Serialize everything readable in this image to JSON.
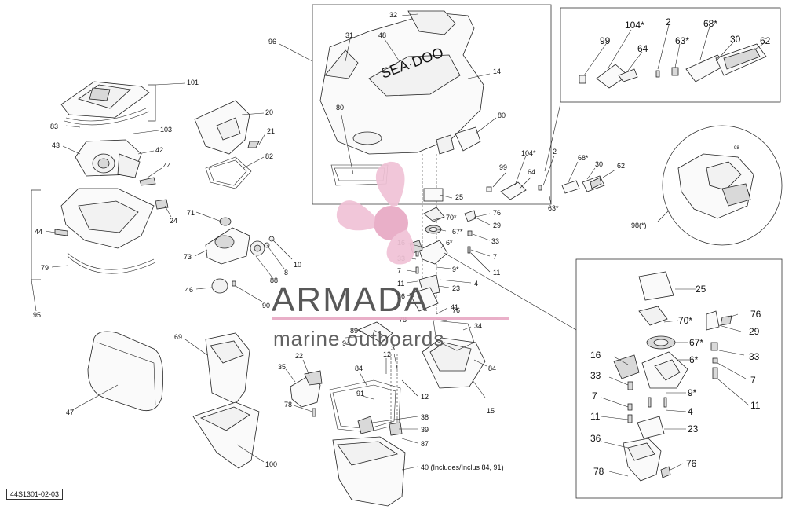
{
  "diagram": {
    "reference": "44S1301-02-03",
    "watermark": {
      "brand": "ARMADA",
      "tagline": "marine outboards"
    },
    "main_labels": {
      "p101": "101",
      "p83": "83",
      "p43": "43",
      "p103": "103",
      "p42": "42",
      "p44a": "44",
      "p24": "24",
      "p44b": "44",
      "p79": "79",
      "p95": "95",
      "p20": "20",
      "p21": "21",
      "p82": "82",
      "p71": "71",
      "p73": "73",
      "p10": "10",
      "p8": "8",
      "p88": "88",
      "p46": "46",
      "p90": "90",
      "p47": "47",
      "p69": "69",
      "p100": "100",
      "p22": "22",
      "p35": "35",
      "p78a": "78",
      "p96": "96",
      "p32": "32",
      "p31": "31",
      "p48": "48",
      "p14": "14",
      "p80a": "80",
      "p80b": "80",
      "p25": "25",
      "p76": "76",
      "p70": "70*",
      "p29": "29",
      "p67": "67*",
      "p33a": "33",
      "p16": "16",
      "p6": "6*",
      "p7a": "7",
      "p11a": "11",
      "p33b": "33",
      "p9": "9*",
      "p7b": "7",
      "p4": "4",
      "p11b": "11",
      "p23": "23",
      "p36": "36",
      "p41": "41",
      "p78b": "78",
      "p76b": "76",
      "p34": "34",
      "p89": "89",
      "p94": "94",
      "p84a": "84",
      "p84b": "84",
      "p12a": "12",
      "p3": "3",
      "p12b": "12",
      "p91": "91",
      "p15": "15",
      "p38": "38",
      "p39": "39",
      "p87": "87",
      "p40": "40 (Includes/Inclus 84, 91)",
      "m99": "99",
      "m104": "104*",
      "m64": "64",
      "m2": "2",
      "m68": "68*",
      "m30": "30",
      "m62": "62",
      "m63": "63*",
      "p98b": "98(*)",
      "p98s": "98"
    },
    "top_inset_labels": {
      "t99": "99",
      "t104": "104*",
      "t64": "64",
      "t2": "2",
      "t63": "63*",
      "t68": "68*",
      "t30": "30",
      "t62": "62"
    },
    "detail_inset_labels": {
      "d25": "25",
      "d76": "76",
      "d70": "70*",
      "d29": "29",
      "d67": "67*",
      "d33": "33",
      "d16": "16",
      "d6": "6*",
      "d33b": "33",
      "d7": "7",
      "d7b": "7",
      "d9": "9*",
      "d11": "11",
      "d11b": "11",
      "d4": "4",
      "d23": "23",
      "d36": "36",
      "d76b": "76",
      "d78": "78"
    }
  }
}
